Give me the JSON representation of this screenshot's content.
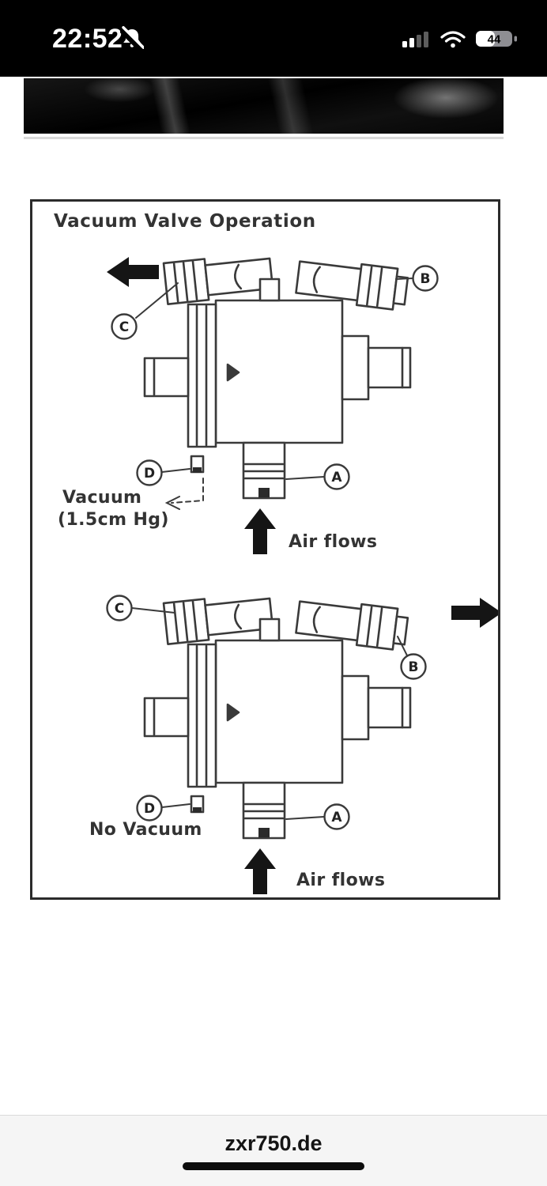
{
  "status_bar": {
    "time": "22:52",
    "battery_level": "44",
    "muted_icon": "bell-slash-icon",
    "signal_icon": "cellular-signal-icon",
    "wifi_icon": "wifi-icon",
    "battery_icon": "battery-icon"
  },
  "document": {
    "title": "Vacuum Valve Operation",
    "top_diagram": {
      "labels": {
        "a": "A",
        "b": "B",
        "c": "C",
        "d": "D"
      },
      "vacuum_caption": "Vacuum",
      "vacuum_value": "(1.5cm Hg)",
      "air_flows": "Air flows"
    },
    "bottom_diagram": {
      "labels": {
        "a": "A",
        "b": "B",
        "c": "C",
        "d": "D"
      },
      "caption": "No Vacuum",
      "air_flows": "Air flows"
    }
  },
  "footer": {
    "site_label": "zxr750.de"
  },
  "colors": {
    "ink": "#3a3a3a",
    "arrow": "#151515",
    "status_bar_bg": "#000000",
    "footer_bg": "#f5f5f5"
  }
}
